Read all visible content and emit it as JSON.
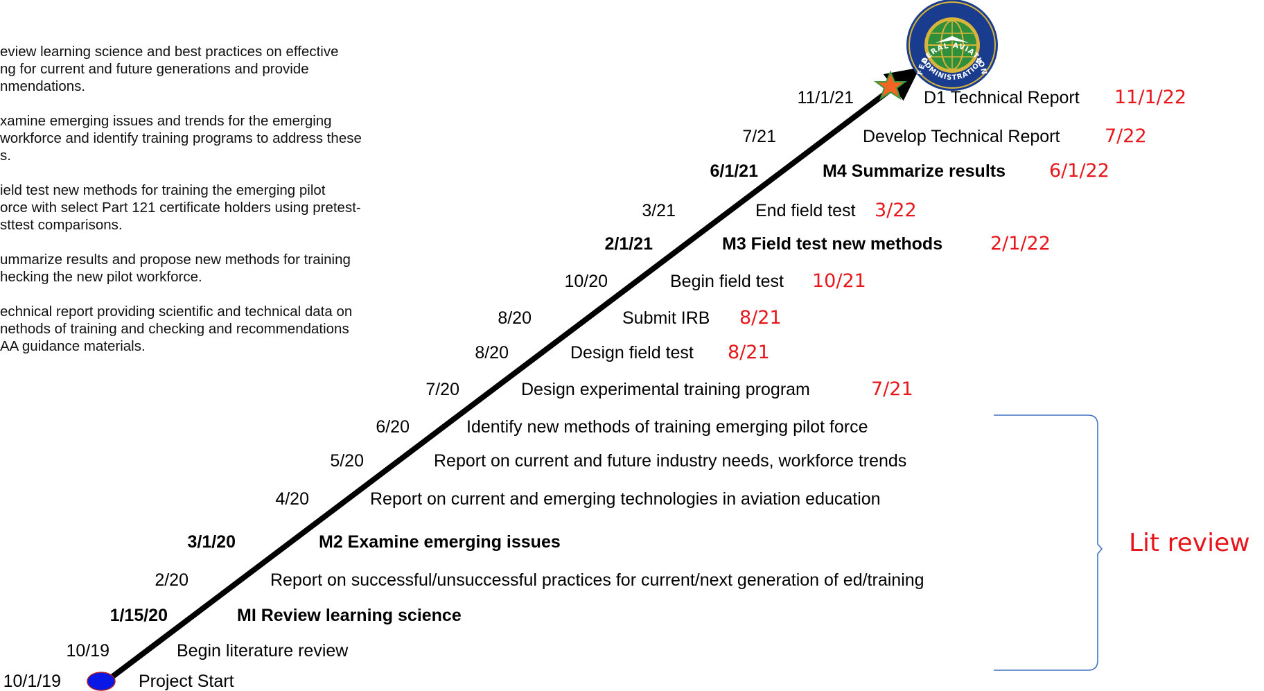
{
  "objectives": [
    [
      "eview learning science and best practices on effective",
      "ng for current and future generations and provide",
      "nmendations."
    ],
    [
      "xamine emerging issues and trends for the emerging",
      "workforce and identify training programs to address these",
      "s."
    ],
    [
      "ield test new methods for training the emerging pilot",
      "orce with select Part 121 certificate holders using pretest-",
      "sttest comparisons."
    ],
    [
      "ummarize results and propose new methods for training",
      "hecking the new pilot workforce."
    ],
    [
      "echnical report providing scientific and technical data on",
      "nethods of training and checking and recommendations",
      "AA guidance materials."
    ]
  ],
  "timeline": {
    "milestones": [
      {
        "date": "10/1/19",
        "task": "Project Start",
        "bold": false,
        "revised": ""
      },
      {
        "date": "10/19",
        "task": "Begin literature review",
        "bold": false,
        "revised": ""
      },
      {
        "date": "1/15/20",
        "task": "MI Review learning science",
        "bold": true,
        "revised": ""
      },
      {
        "date": "2/20",
        "task": "Report on successful/unsuccessful practices for current/next generation of ed/training",
        "bold": false,
        "revised": ""
      },
      {
        "date": "3/1/20",
        "task": "M2 Examine emerging issues",
        "bold": true,
        "revised": ""
      },
      {
        "date": "4/20",
        "task": "Report on current and emerging technologies in aviation education",
        "bold": false,
        "revised": ""
      },
      {
        "date": "5/20",
        "task": "Report on current and future industry needs, workforce trends",
        "bold": false,
        "revised": ""
      },
      {
        "date": "6/20",
        "task": "Identify new methods of training emerging pilot force",
        "bold": false,
        "revised": ""
      },
      {
        "date": "7/20",
        "task": "Design experimental training program",
        "bold": false,
        "revised": "7/21"
      },
      {
        "date": "8/20",
        "task": "Design field test",
        "bold": false,
        "revised": "8/21"
      },
      {
        "date": "8/20",
        "task": "Submit IRB",
        "bold": false,
        "revised": "8/21"
      },
      {
        "date": "10/20",
        "task": "Begin field test",
        "bold": false,
        "revised": "10/21"
      },
      {
        "date": "2/1/21",
        "task": "M3 Field test new methods",
        "bold": true,
        "revised": "2/1/22"
      },
      {
        "date": "3/21",
        "task": "End field test",
        "bold": false,
        "revised": "3/22"
      },
      {
        "date": "6/1/21",
        "task": "M4 Summarize results",
        "bold": true,
        "revised": "6/1/22"
      },
      {
        "date": "7/21",
        "task": "Develop Technical Report",
        "bold": false,
        "revised": "7/22"
      },
      {
        "date": "11/1/21",
        "task": "D1 Technical Report",
        "bold": false,
        "revised": "11/1/22"
      }
    ],
    "bracket_label": "Lit review"
  },
  "seal": {
    "text_top": "FEDERAL AVIATION",
    "text_bottom": "ADMINISTRATION"
  },
  "colors": {
    "revised": "#e8151b",
    "bracket": "#4472c4",
    "start_marker": "#0a18e6",
    "end_star": "#f26522",
    "seal_blue": "#1a3c8f",
    "seal_gold": "#d9b43a",
    "seal_green": "#2f8f3a"
  }
}
